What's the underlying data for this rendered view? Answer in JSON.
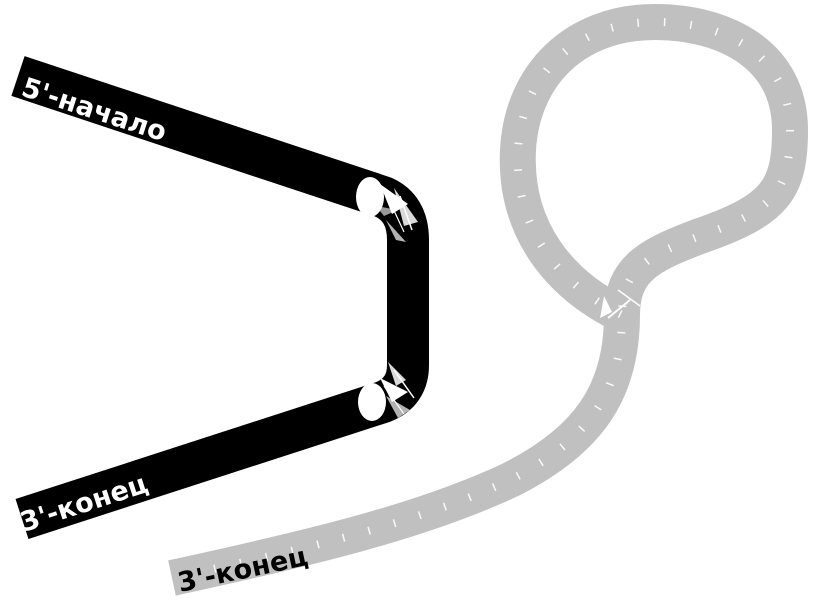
{
  "colors": {
    "background": "#ffffff",
    "dark_strand": "#000000",
    "light_strand": "#c0c0c0",
    "dark_label_text": "#ffffff",
    "light_label_text": "#000000"
  },
  "labels": {
    "dark_start": "5'-начало",
    "dark_end": "3'-конец",
    "light_end": "3'-конец"
  }
}
